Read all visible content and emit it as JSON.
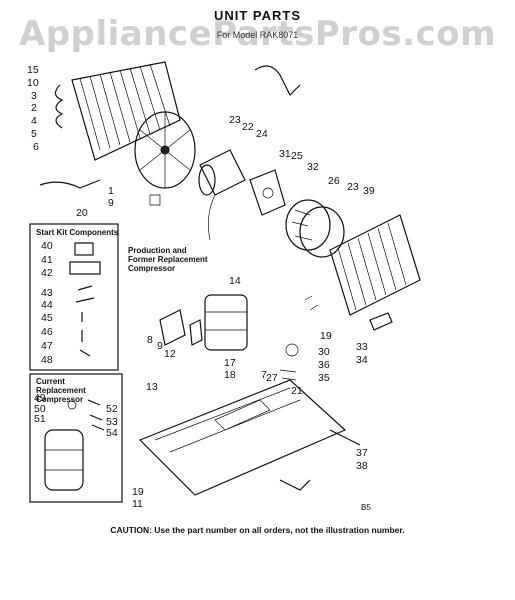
{
  "header": {
    "watermark": "AppliancePartsPros.com",
    "title": "UNIT PARTS",
    "subtitle": "For Model RAK8071"
  },
  "boxes": {
    "start_kit": {
      "title": "Start Kit Components"
    },
    "current_compressor": {
      "title": "Current Replacement Compressor"
    }
  },
  "notes": {
    "production_compressor": "Production and Former Replacement Compressor"
  },
  "callouts": [
    "15",
    "10",
    "3",
    "2",
    "4",
    "5",
    "6",
    "1",
    "9",
    "20",
    "23",
    "22",
    "24",
    "31",
    "25",
    "32",
    "26",
    "23",
    "39",
    "40",
    "41",
    "42",
    "43",
    "44",
    "45",
    "46",
    "47",
    "48",
    "14",
    "8",
    "9",
    "12",
    "17",
    "18",
    "7",
    "19",
    "30",
    "36",
    "35",
    "33",
    "34",
    "27",
    "21",
    "13",
    "49",
    "50",
    "51",
    "52",
    "53",
    "54",
    "37",
    "38",
    "19",
    "11"
  ],
  "footer": {
    "caution": "CAUTION: Use the part number on all orders, not the illustration number.",
    "code": "B5"
  },
  "colors": {
    "ink": "#111111",
    "paper": "#ffffff",
    "watermark": "#aaaaaa"
  }
}
